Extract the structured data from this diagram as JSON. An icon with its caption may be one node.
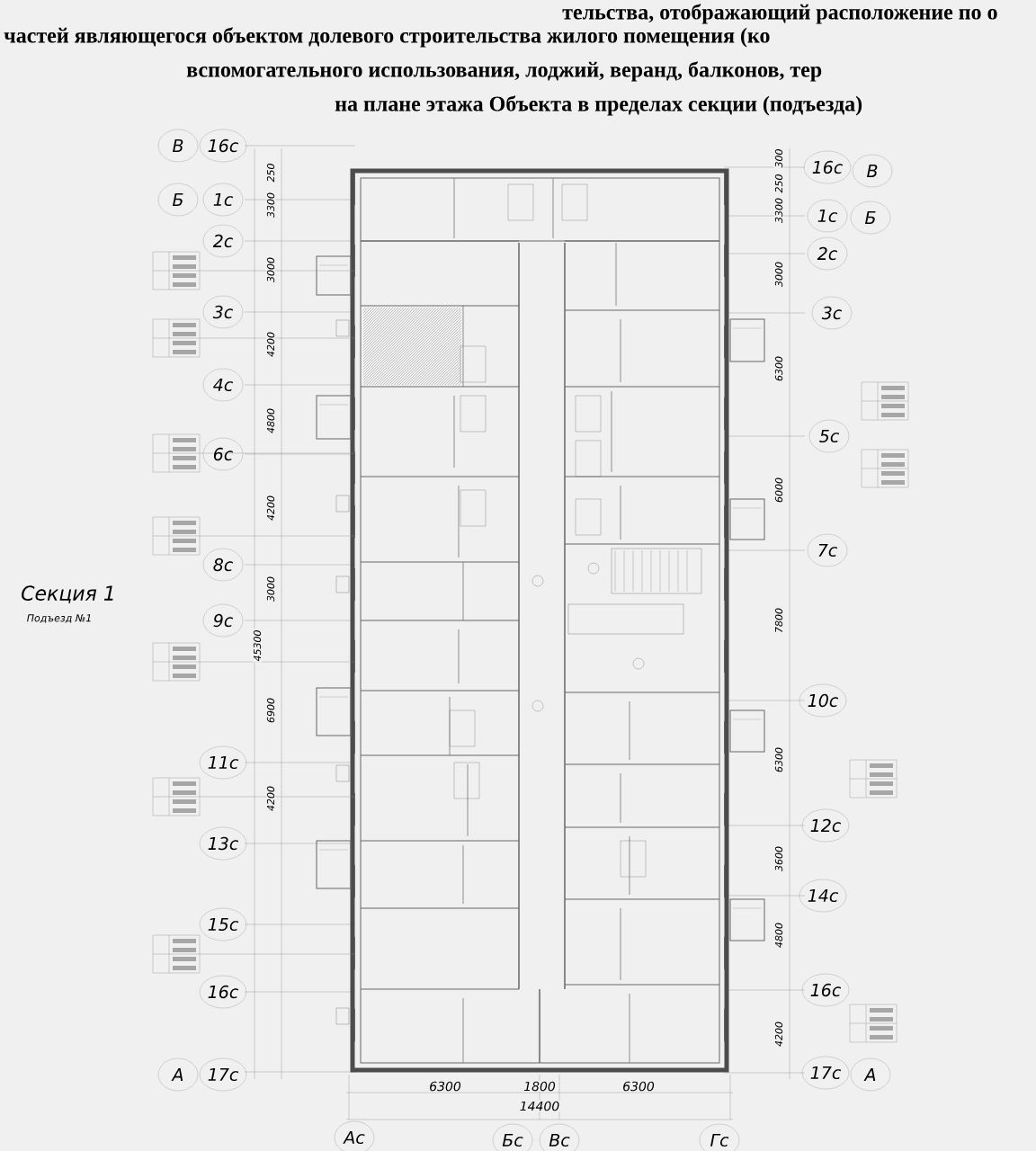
{
  "diagram": {
    "labels": [
      "тельства, отображающий расположение по о",
      "частей являющегося объектом долевого строительства жилого помещения (ко",
      "вспомогательного использования, лоджий, веранд, балконов, тер",
      "на плане этажа Объекта в пределах секции (подъезда)",
      "В",
      "16с",
      "Б",
      "1с",
      "2с",
      "3с",
      "4с",
      "6с",
      "8с",
      "Секция 1",
      "Подъезд №1",
      "9с",
      "11с",
      "13с",
      "15с",
      "16с",
      "А",
      "17с",
      "16с",
      "В",
      "1с",
      "Б",
      "2с",
      "3с",
      "5с",
      "7с",
      "10с",
      "12с",
      "14с",
      "16с",
      "17с",
      "А",
      "250",
      "3300",
      "3000",
      "4200",
      "4800",
      "4200",
      "3000",
      "45300",
      "6900",
      "4200",
      "300",
      "250",
      "3300",
      "3000",
      "6300",
      "6000",
      "7800",
      "6300",
      "3600",
      "4800",
      "4200",
      "6300",
      "1800",
      "6300",
      "14400",
      "Ас",
      "Бс",
      "Вс",
      "Гс"
    ]
  }
}
